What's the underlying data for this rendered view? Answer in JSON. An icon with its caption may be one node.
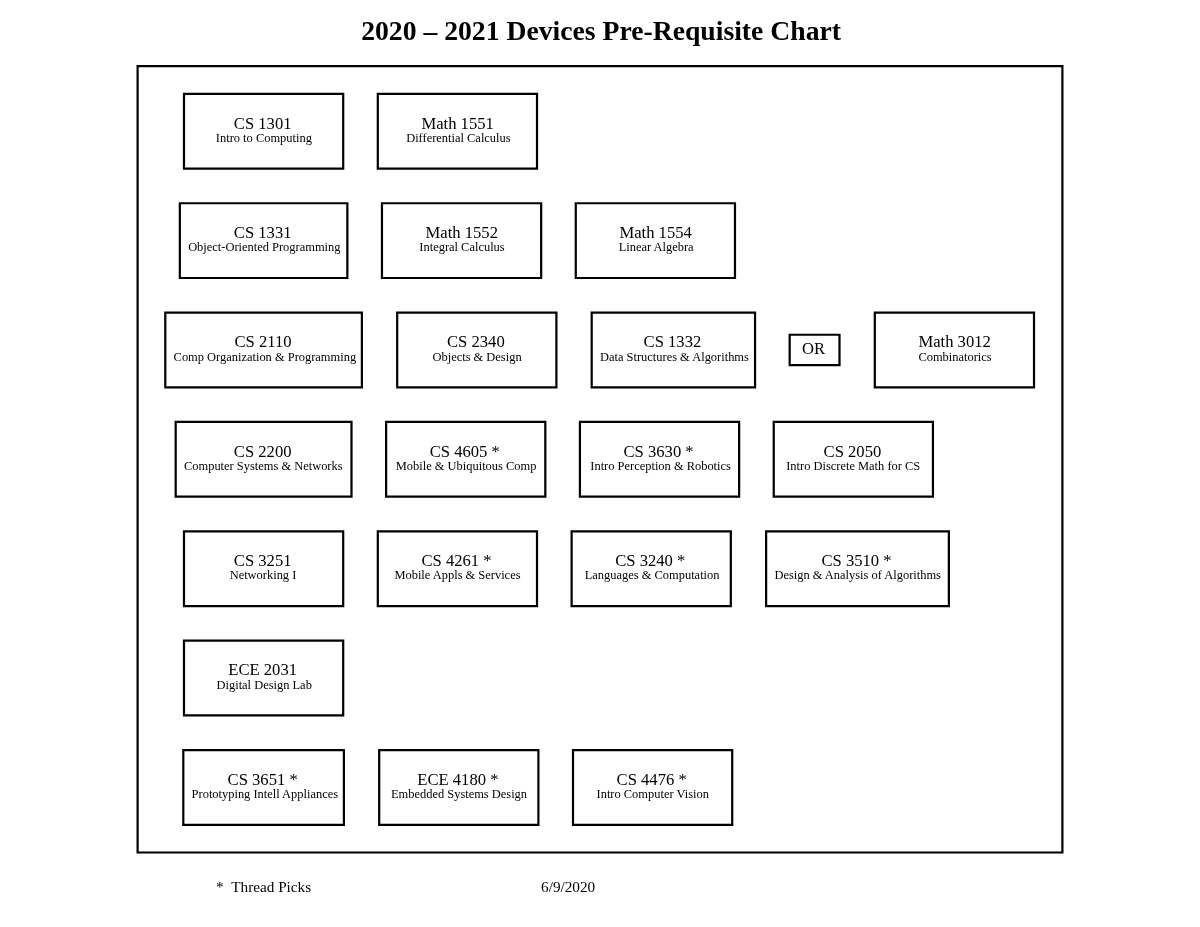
{
  "diagram": {
    "title": "2020 – 2021 Devices Pre-Requisite Chart",
    "nodes": [
      {
        "text": [],
        "shape": "box"
      },
      {
        "text": [
          "CS 1301",
          "Intro to Computing"
        ],
        "in": 0
      },
      {
        "text": [
          "Math 1551",
          "Differential Calculus"
        ],
        "in": 0
      },
      {
        "text": [
          "CS 1331",
          "Object-Oriented Programming"
        ],
        "in": 0
      },
      {
        "text": [
          "Math 1552",
          "Integral Calculus"
        ],
        "in": 0
      },
      {
        "text": [
          "Math 1554",
          "Linear Algebra"
        ],
        "in": 0
      },
      {
        "text": [
          "CS 2110",
          "Comp Organization & Programming"
        ],
        "in": 0
      },
      {
        "text": [
          "CS 2340",
          "Objects & Design"
        ],
        "in": 0
      },
      {
        "text": [
          "CS 1332",
          "Data Structures & Algorithms"
        ],
        "in": 0
      },
      {
        "text": [
          "OR"
        ],
        "in": 0
      },
      {
        "text": [
          "Math 3012",
          "Combinatorics"
        ],
        "in": 0
      },
      {
        "text": [
          "CS 2200",
          "Computer Systems & Networks"
        ],
        "in": 0
      },
      {
        "text": [
          "CS 4605 *",
          "Mobile & Ubiquitous Comp"
        ],
        "in": 0
      },
      {
        "text": [
          "CS 3630 *",
          "Intro Perception & Robotics"
        ],
        "in": 0
      },
      {
        "text": [
          "CS 2050",
          "Intro Discrete Math for CS"
        ],
        "in": 0
      },
      {
        "text": [
          "CS 3251",
          "Networking I"
        ],
        "in": 0
      },
      {
        "text": [
          "CS 4261 *",
          "Mobile Appls & Services"
        ],
        "in": 0
      },
      {
        "text": [
          "CS 3240 *",
          "Languages & Computation"
        ],
        "in": 0
      },
      {
        "text": [
          "CS 3510 *",
          "Design & Analysis of Algorithms"
        ],
        "in": 0
      },
      {
        "text": [
          "ECE 2031",
          "Digital Design Lab"
        ],
        "in": 0
      },
      {
        "text": [
          "CS 3651 *",
          "Prototyping Intell Appliances"
        ],
        "in": 0
      },
      {
        "text": [
          "ECE 4180 *",
          "Embedded Systems Design"
        ],
        "in": 0
      },
      {
        "text": [
          "CS 4476 *",
          "Intro Computer Vision"
        ],
        "in": 0
      }
    ],
    "edges": [],
    "labels": [
      "*  Thread Picks",
      "6/9/2020"
    ]
  }
}
